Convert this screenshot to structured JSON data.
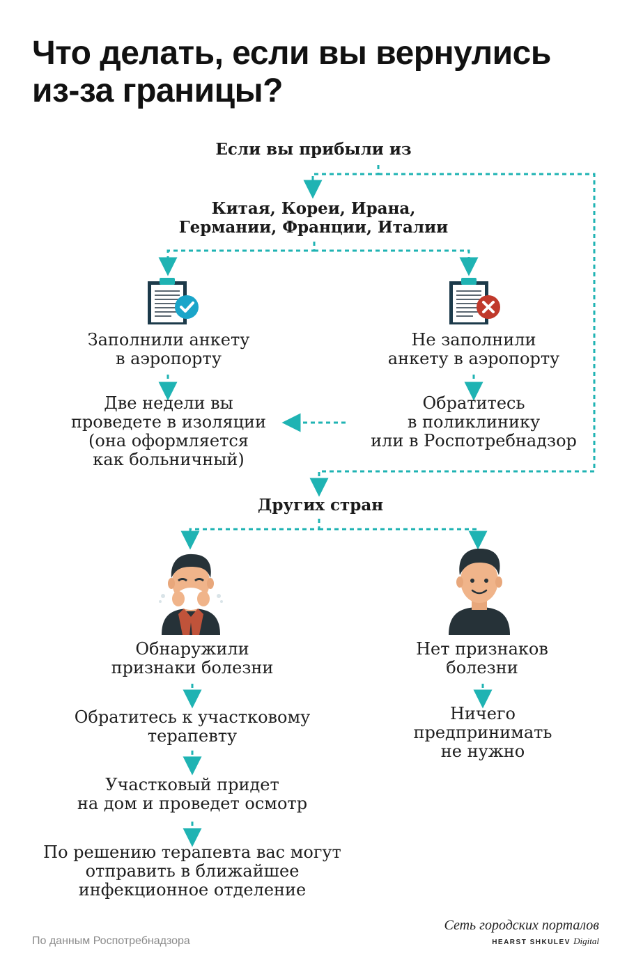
{
  "title": "Что делать, если вы вернулись из-за границы?",
  "arrived_from": "Если вы прибыли из",
  "countries_line1": "Китая, Кореи, Ирана,",
  "countries_line2": "Германии, Франции, Италии",
  "branch_filled": {
    "label": "Заполнили анкету\nв аэропорту",
    "result": "Две недели вы\nпроведете в изоляции\n(она оформляется\nкак больничный)"
  },
  "branch_not_filled": {
    "label": "Не заполнили\nанкету в аэропорту",
    "result": "Обратитесь\nв поликлинику\nили в Роспотребнадзор"
  },
  "other_countries": "Других стран",
  "branch_sick": {
    "label": "Обнаружили\nпризнаки болезни",
    "step1": "Обратитесь к участковому\nтерапевту",
    "step2": "Участковый придет\nна дом и проведет осмотр",
    "step3": "По решению терапевта вас могут\nотправить в ближайшее\nинфекционное отделение"
  },
  "branch_healthy": {
    "label": "Нет признаков\nболезни",
    "result": "Ничего\nпредпринимать\nне нужно"
  },
  "source": "По данным Роспотребнадзора",
  "logo_line1": "Сеть городских порталов",
  "logo_line2_caps": "HEARST SHKULEV",
  "logo_line2_italic": "Digital",
  "colors": {
    "accent": "#1fb3b3",
    "check": "#1aa5c9",
    "cross": "#c0392b",
    "scarf": "#c0533a"
  }
}
